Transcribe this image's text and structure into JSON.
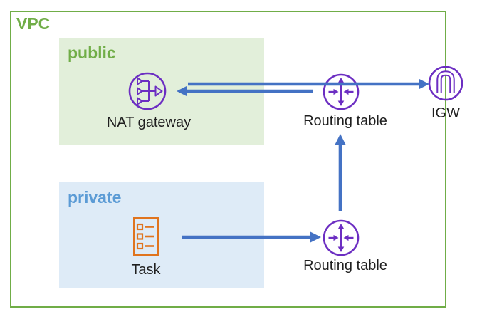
{
  "vpc": {
    "label": "VPC",
    "public_subnet": {
      "label": "public",
      "nodes": [
        {
          "id": "nat-gateway",
          "label": "NAT gateway",
          "icon": "nat-gateway-icon"
        }
      ]
    },
    "private_subnet": {
      "label": "private",
      "nodes": [
        {
          "id": "task",
          "label": "Task",
          "icon": "task-icon"
        }
      ]
    },
    "nodes": [
      {
        "id": "routing-table-top",
        "label": "Routing table",
        "icon": "route-table-icon"
      },
      {
        "id": "routing-table-bottom",
        "label": "Routing table",
        "icon": "route-table-icon"
      }
    ]
  },
  "external": {
    "nodes": [
      {
        "id": "igw",
        "label": "IGW",
        "icon": "internet-gateway-icon"
      }
    ]
  },
  "edges": [
    {
      "from": "nat-gateway",
      "to": "igw",
      "direction": "right"
    },
    {
      "from": "routing-table-top",
      "to": "nat-gateway",
      "direction": "left"
    },
    {
      "from": "task",
      "to": "routing-table-bottom",
      "direction": "right"
    },
    {
      "from": "routing-table-bottom",
      "to": "routing-table-top",
      "direction": "up"
    }
  ],
  "colors": {
    "vpc_border": "#70AD47",
    "public_fill": "#E2EFDA",
    "private_fill": "#DEEBF7",
    "label_green": "#70AD47",
    "label_blue": "#5B9BD5",
    "arrow_blue": "#4472C4",
    "icon_purple": "#6C2EC2",
    "icon_orange": "#E0741E",
    "text_black": "#1F1F1F"
  }
}
